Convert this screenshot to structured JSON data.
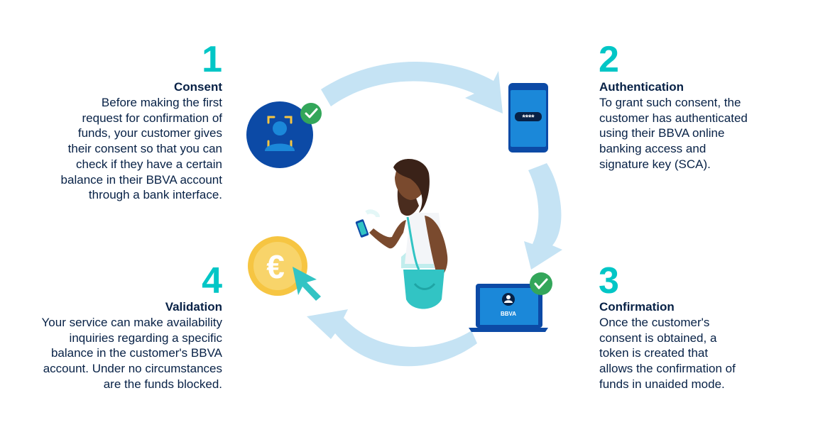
{
  "colors": {
    "number": "#02c6c6",
    "title": "#072146",
    "body": "#072146",
    "arrow": "#c5e3f4",
    "navy": "#0c4aa6",
    "blue": "#1b88d9",
    "check": "#33a65a",
    "gold": "#f6c542",
    "aqua": "#32c4c4"
  },
  "brand_text": "BBVA",
  "pin_mask": "****",
  "steps": [
    {
      "number": "1",
      "title": "Consent",
      "lines": [
        "Before making the first",
        "request for confirmation of",
        "funds, your customer gives",
        "their consent so that you can",
        "check if they have a certain",
        "balance in their BBVA account",
        "through a bank interface."
      ],
      "icon": "face-id-user-icon"
    },
    {
      "number": "2",
      "title": "Authentication",
      "lines": [
        "To grant such consent, the",
        "customer has authenticated",
        "using their BBVA online",
        "banking access and",
        "signature key (SCA)."
      ],
      "icon": "smartphone-password-icon"
    },
    {
      "number": "3",
      "title": "Confirmation",
      "lines": [
        "Once the customer's",
        "consent is obtained, a",
        "token is created that",
        "allows the confirmation of",
        "funds in unaided mode."
      ],
      "icon": "laptop-icon"
    },
    {
      "number": "4",
      "title": "Validation",
      "lines": [
        "Your service can make availability",
        "inquiries regarding a specific",
        "balance in the customer's BBVA",
        "account. Under no circumstances",
        "are the funds blocked."
      ],
      "icon": "euro-coin-cursor-icon"
    }
  ]
}
